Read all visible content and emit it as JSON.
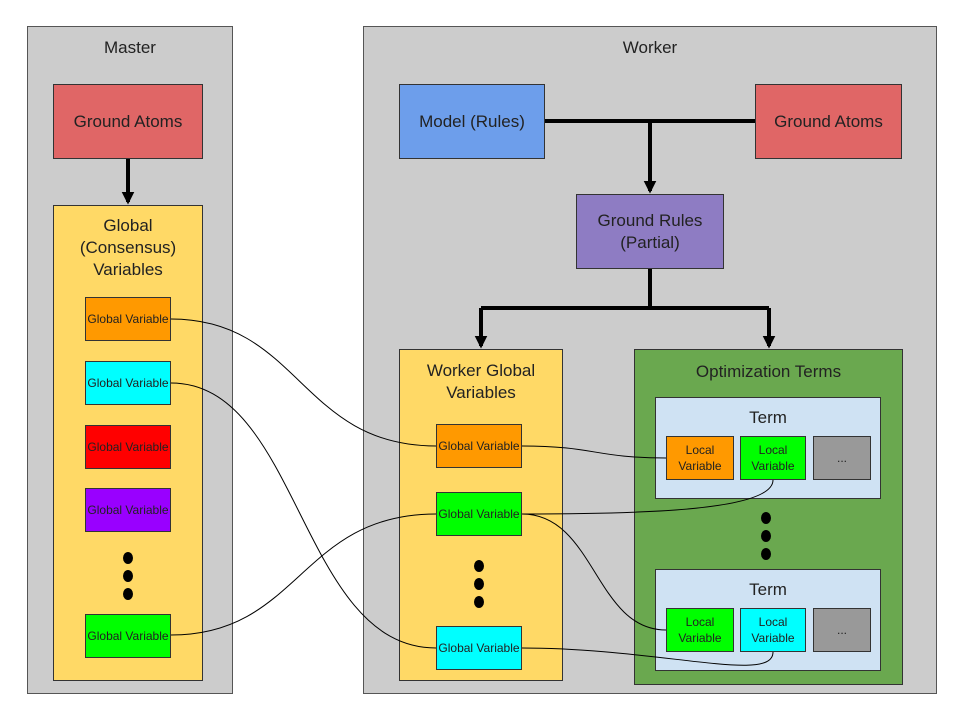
{
  "master": {
    "title": "Master",
    "ground_atoms": "Ground Atoms",
    "global_title_1": "Global",
    "global_title_2": "(Consensus)",
    "global_title_3": "Variables",
    "var_label": "Global Variable",
    "var_colors": [
      "#ff9900",
      "#00ffff",
      "#ff0000",
      "#9900ff",
      "#00ff00"
    ]
  },
  "worker": {
    "title": "Worker",
    "model": "Model (Rules)",
    "ground_atoms": "Ground Atoms",
    "ground_rules_1": "Ground Rules",
    "ground_rules_2": "(Partial)",
    "wgv_title_1": "Worker Global",
    "wgv_title_2": "Variables",
    "global_var_label": "Global Variable",
    "global_var_colors": [
      "#ff9900",
      "#00ff00",
      "#00ffff"
    ],
    "opt_title": "Optimization Terms",
    "term_title": "Term",
    "local_var_label": "Local Variable",
    "ellipsis": "...",
    "term1_colors": [
      "#ff9900",
      "#00ff00"
    ],
    "term2_colors": [
      "#00ff00",
      "#00ffff"
    ]
  },
  "colors": {
    "panel_bg": "#cccccc",
    "ground_atoms": "#e06666",
    "model": "#6d9eeb",
    "ground_rules": "#8e7cc3",
    "variables_bg": "#ffd966",
    "optimization_bg": "#6aa84f",
    "term_bg": "#cfe2f3",
    "ellipsis_box": "#999999"
  }
}
